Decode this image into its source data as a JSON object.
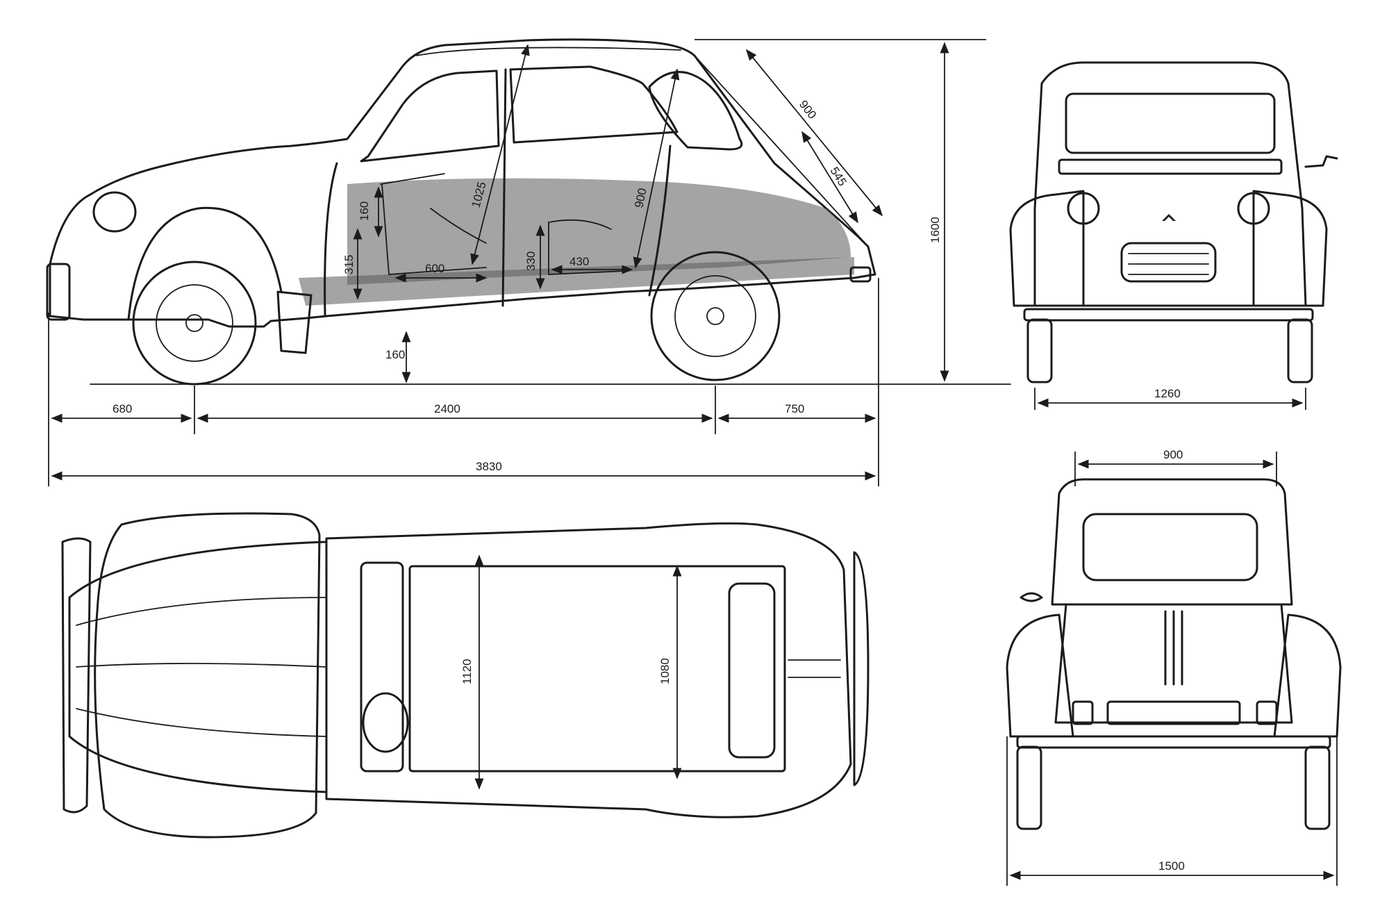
{
  "views": {
    "side": "side-view",
    "top": "top-view",
    "front": "front-view",
    "rear": "rear-view"
  },
  "dimensions": {
    "front_overhang": "680",
    "wheelbase": "2400",
    "rear_overhang": "750",
    "overall_length": "3830",
    "overall_height": "1600",
    "roof_length": "900",
    "rear_hatch": "545",
    "front_door_diag": "1025",
    "rear_door_diag": "900",
    "seat_back_height": "160",
    "seat_height": "315",
    "front_seat_depth": "600",
    "rear_seat_height": "330",
    "rear_seat_depth": "430",
    "ground_clearance": "160",
    "front_track": "1260",
    "rear_roof_width": "900",
    "overall_width": "1500",
    "front_interior_width": "1120",
    "rear_interior_width": "1080"
  },
  "colors": {
    "ink": "#1b1b1b",
    "paper": "#ffffff",
    "shading": "#5a5a5a"
  }
}
